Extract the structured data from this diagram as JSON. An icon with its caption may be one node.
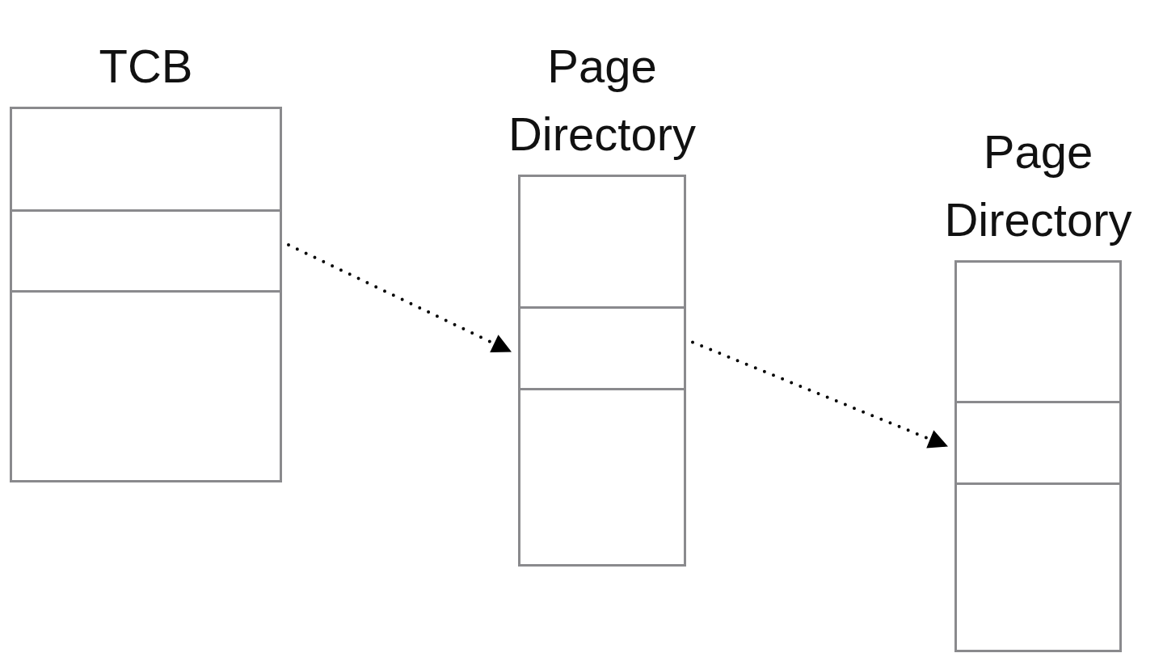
{
  "diagram": {
    "nodes": [
      {
        "text": [
          "TCB"
        ]
      },
      {
        "text": [],
        "shape": "box",
        "in": 0
      },
      {
        "text": [],
        "shape": "box",
        "in": 0
      },
      {
        "text": [],
        "shape": "box",
        "in": 0
      },
      {
        "text": [
          "Page Directory"
        ]
      },
      {
        "text": [],
        "shape": "box",
        "in": 4
      },
      {
        "text": [],
        "shape": "box",
        "in": 4
      },
      {
        "text": [],
        "shape": "box",
        "in": 4
      },
      {
        "text": [
          "Page Directory"
        ]
      },
      {
        "text": [],
        "shape": "box",
        "in": 8
      },
      {
        "text": [],
        "shape": "box",
        "in": 8
      },
      {
        "text": [],
        "shape": "box",
        "in": 8
      }
    ],
    "edges": [
      {
        "from": 2,
        "to": 6,
        "arrow": "to",
        "style": "dashed"
      },
      {
        "from": 6,
        "to": 10,
        "arrow": "to",
        "style": "dashed"
      }
    ]
  }
}
